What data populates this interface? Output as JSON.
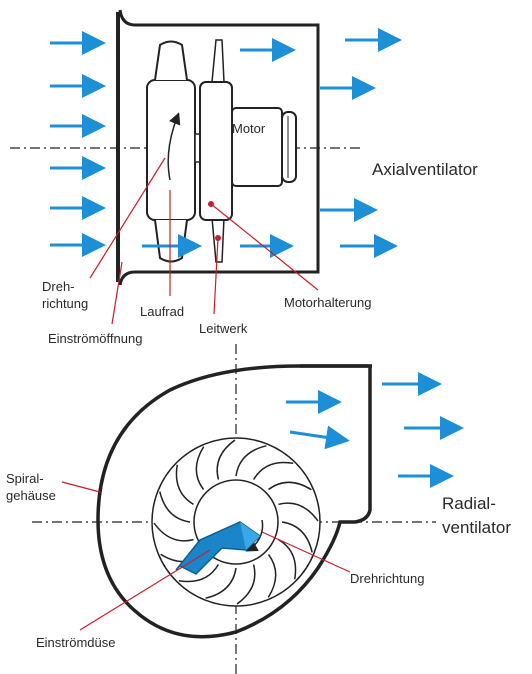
{
  "axial": {
    "title": "Axialventilator",
    "labels": {
      "motor": "Motor",
      "drehrichtung_line1": "Dreh-",
      "drehrichtung_line2": "richtung",
      "laufrad": "Laufrad",
      "einstroemoeffnung": "Einströmöffnung",
      "leitwerk": "Leitwerk",
      "motorhalterung": "Motorhalterung"
    }
  },
  "radial": {
    "title_line1": "Radial-",
    "title_line2": "ventilator",
    "labels": {
      "spiral_line1": "Spiral-",
      "spiral_line2": "gehäuse",
      "drehrichtung": "Drehrichtung",
      "einstroemduese": "Einströmdüse"
    }
  },
  "colors": {
    "arrow": "#1d8fd6",
    "leader": "#c81e2c",
    "outline": "#222222",
    "impeller_fill": "#1a86c9"
  }
}
